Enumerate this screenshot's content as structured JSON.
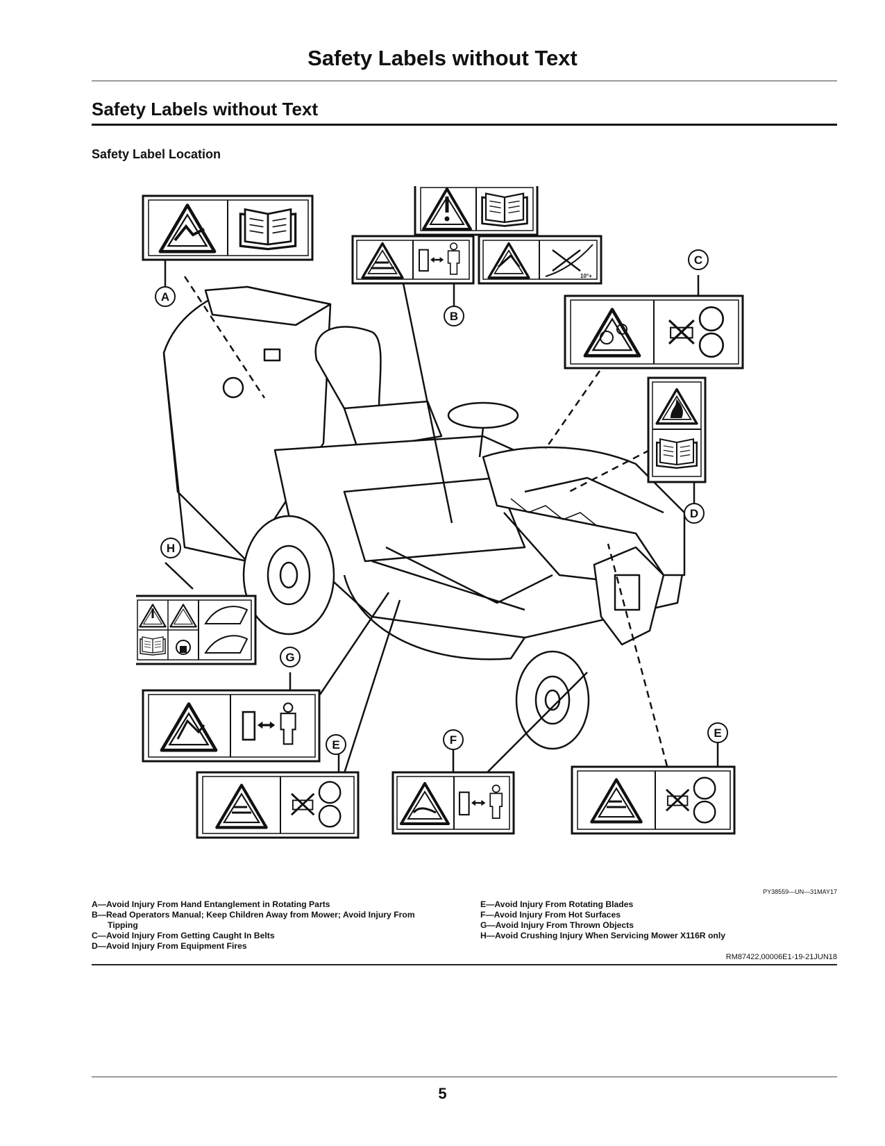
{
  "header": {
    "title": "Safety Labels without Text"
  },
  "section": {
    "title": "Safety Labels without Text",
    "subtitle": "Safety Label Location"
  },
  "figure": {
    "callouts": [
      "A",
      "B",
      "C",
      "D",
      "E",
      "E",
      "F",
      "G",
      "H"
    ],
    "tilt_label": "10°+",
    "id": "PY38559—UN—31MAY17"
  },
  "legend": {
    "left": [
      "A—Avoid Injury From Hand Entanglement in Rotating Parts",
      "B—Read Operators Manual; Keep Children Away from Mower; Avoid Injury From",
      "Tipping",
      "C—Avoid Injury From Getting Caught In Belts",
      "D—Avoid Injury From Equipment Fires"
    ],
    "right": [
      "E—Avoid Injury From Rotating Blades",
      "F—Avoid Injury From Hot Surfaces",
      "G—Avoid Injury From Thrown Objects",
      "H—Avoid Crushing Injury When Servicing Mower X116R only"
    ]
  },
  "doc_ref": "RM87422,00006E1-19-21JUN18",
  "page_number": "5"
}
